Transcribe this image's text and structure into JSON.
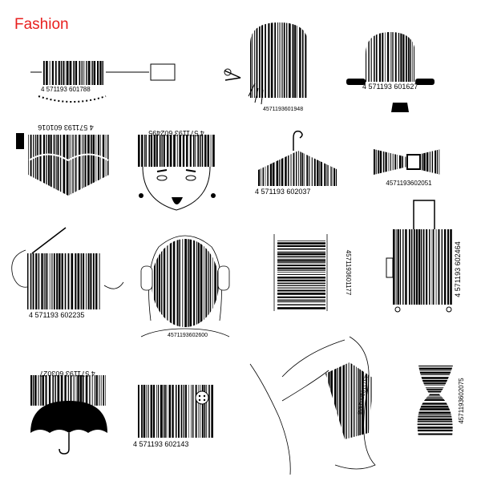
{
  "page": {
    "title": "Fashion"
  },
  "colors": {
    "title": "#e8201f",
    "ink": "#000000",
    "background": "#ffffff"
  },
  "items": [
    {
      "name": "zipper",
      "number": "4 571193 601788"
    },
    {
      "name": "haircut",
      "number": "4571193601948"
    },
    {
      "name": "bowler-hat",
      "number": "4 571193 601627"
    },
    {
      "name": "jeans-pocket",
      "number": "4 571193 601016"
    },
    {
      "name": "lady-face",
      "number": "4 571193 602495"
    },
    {
      "name": "hanger",
      "number": "4 571193 602037"
    },
    {
      "name": "bow-tie",
      "number": "4571193602051"
    },
    {
      "name": "needle-thread",
      "number": "4 571193 602235"
    },
    {
      "name": "headphones",
      "number": "4571193602600"
    },
    {
      "name": "shoelace",
      "number": "4571193601177"
    },
    {
      "name": "suitcase",
      "number": "4 571193 602464"
    },
    {
      "name": "umbrella",
      "number": "4 571193 603027"
    },
    {
      "name": "button",
      "number": "4 571193 602143"
    },
    {
      "name": "stocking-leg",
      "number": "4571193602488"
    },
    {
      "name": "dress-form",
      "number": "4571193602075"
    }
  ]
}
